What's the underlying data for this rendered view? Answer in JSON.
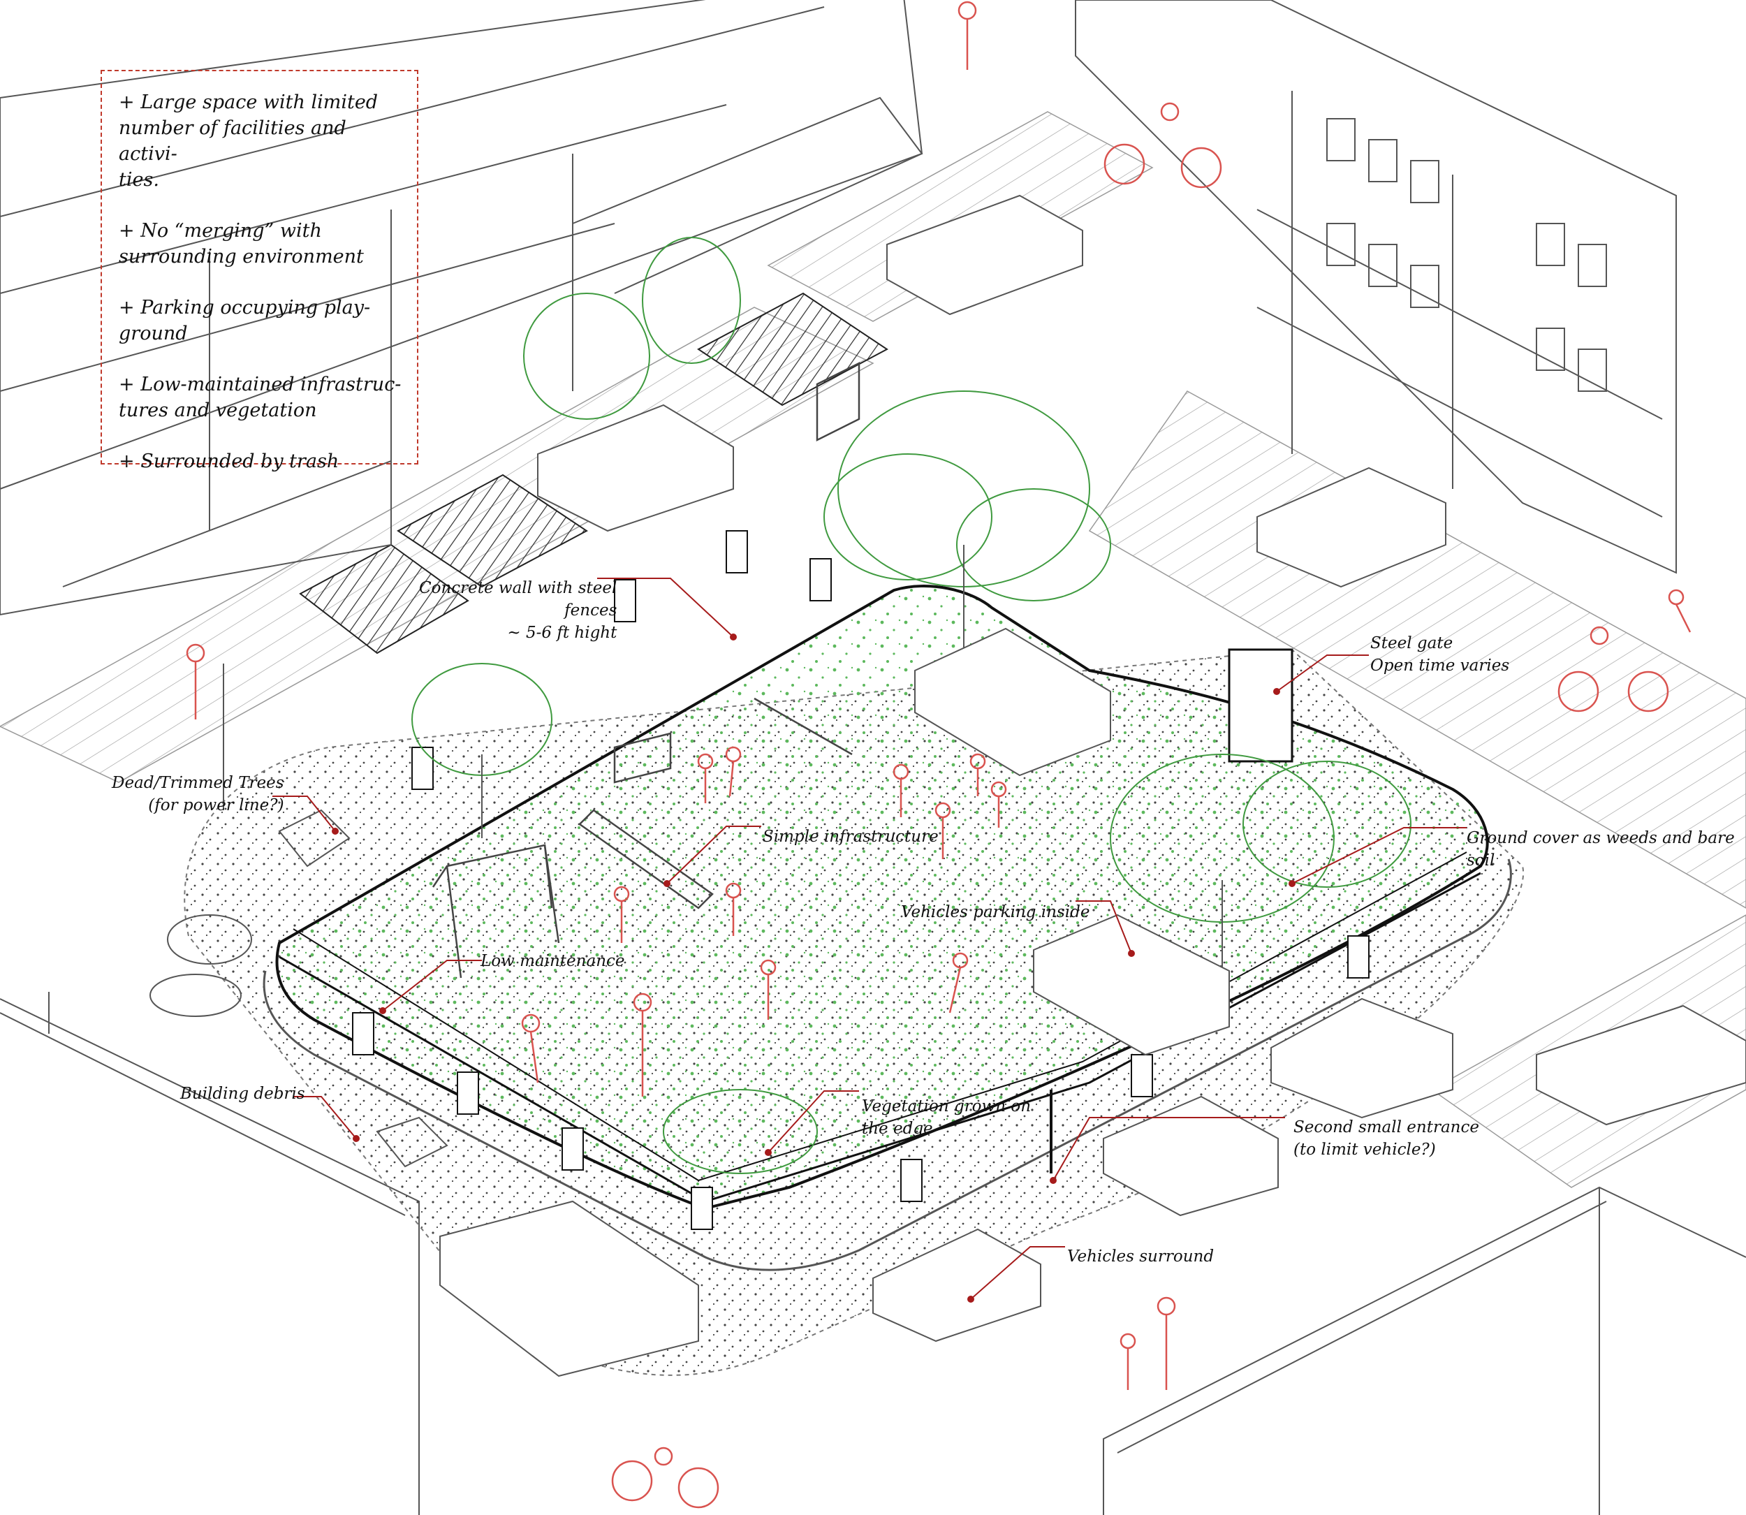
{
  "legend": {
    "items": [
      [
        "+ Large space with limited",
        "number of facilities and activi-",
        "ties."
      ],
      [
        "+ No “merging” with",
        "surrounding environment"
      ],
      [
        "+ Parking occupying play-",
        "ground"
      ],
      [
        "+ Low-maintained infrastruc-",
        "tures and vegetation"
      ],
      [
        "+ Surrounded by trash"
      ]
    ]
  },
  "annotations": {
    "concrete_wall": [
      "Concrete wall with steel",
      "fences",
      "~ 5-6 ft hight"
    ],
    "steel_gate": [
      "Steel gate",
      "Open time varies"
    ],
    "dead_trees": [
      "Dead/Trimmed Trees",
      "(for power line?)"
    ],
    "simple_infra": [
      "Simple infrastructure"
    ],
    "ground_cover": [
      "Ground cover as weeds and bare",
      "soil"
    ],
    "vehicles_inside": [
      "Vehicles parking inside"
    ],
    "low_maintenance": [
      "Low maintenance"
    ],
    "building_debris": [
      "Building debris"
    ],
    "vegetation_edge": [
      "Vegetation grown on",
      "the edge"
    ],
    "second_entrance": [
      "Second small entrance",
      "(to limit vehicle?)"
    ],
    "vehicles_surround": [
      "Vehicles surround"
    ]
  },
  "colors": {
    "linework": "#555555",
    "people": "#d9534f",
    "vegetation": "#3f9a3f",
    "leader": "#a61b1b",
    "legend_border": "#c0392b"
  }
}
